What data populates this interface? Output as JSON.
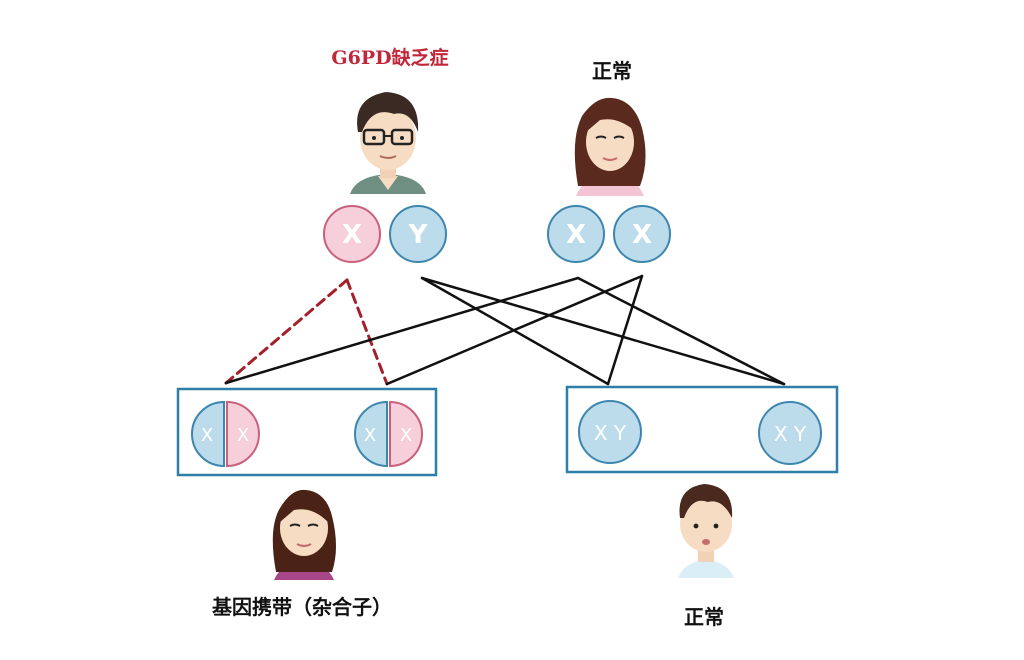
{
  "labels": {
    "father": "G6PD缺乏症",
    "mother": "正常",
    "daughter": "基因携带（杂合子）",
    "son": "正常"
  },
  "chromosomes": {
    "x": "X",
    "y": "Y",
    "son_pair": "X Y"
  },
  "colors": {
    "affected_label": "#c0283a",
    "normal_label": "#111111",
    "affected_x_fill": "#f6cfdb",
    "affected_x_stroke": "#c9607c",
    "normal_fill": "#bcdcec",
    "normal_stroke": "#3d86ad",
    "box_stroke": "#2f7ea8",
    "line_normal": "#111111",
    "line_affected": "#a3202a"
  },
  "icons": [
    "man-with-glasses-avatar",
    "woman-avatar",
    "girl-avatar",
    "boy-avatar"
  ]
}
